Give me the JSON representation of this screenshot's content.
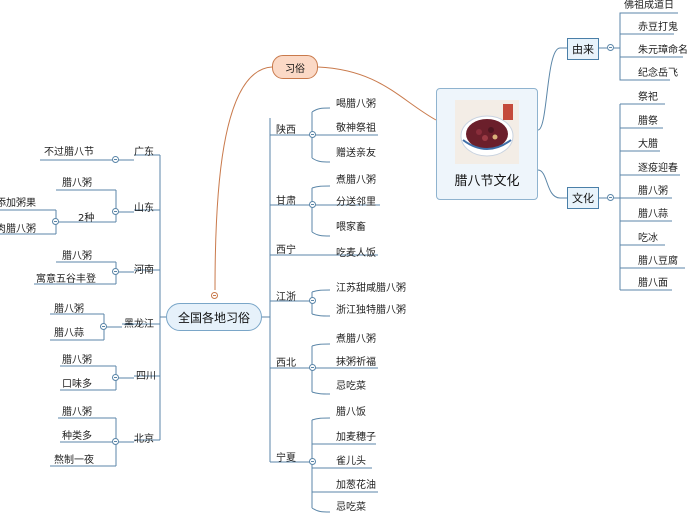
{
  "root": {
    "title": "腊八节文化"
  },
  "xisu": {
    "label": "习俗"
  },
  "national": {
    "label": "全国各地习俗"
  },
  "origin": {
    "label": "由来",
    "items": [
      "佛祖成道日",
      "赤豆打鬼",
      "朱元璋命名",
      "纪念岳飞"
    ]
  },
  "culture": {
    "label": "文化",
    "items": [
      "祭祀",
      "腊祭",
      "大腊",
      "逐疫迎春",
      "腊八粥",
      "腊八蒜",
      "吃冰",
      "腊八豆腐",
      "腊八面"
    ]
  },
  "right_regions": [
    {
      "name": "陕西",
      "items": [
        "喝腊八粥",
        "敬神祭祖",
        "赠送亲友"
      ]
    },
    {
      "name": "甘肃",
      "items": [
        "煮腊八粥",
        "分送邻里",
        "喂家畜"
      ]
    },
    {
      "name": "西宁",
      "items": [
        "吃麦人饭"
      ]
    },
    {
      "name": "江浙",
      "items": [
        "江苏甜咸腊八粥",
        "浙江独特腊八粥"
      ]
    },
    {
      "name": "西北",
      "items": [
        "煮腊八粥",
        "抹粥祈福",
        "忌吃菜"
      ]
    },
    {
      "name": "宁夏",
      "items": [
        "腊八饭",
        "加麦穗子",
        "雀儿头",
        "加葱花油",
        "忌吃菜"
      ]
    }
  ],
  "left_regions": [
    {
      "name": "广东",
      "items": [
        "不过腊八节"
      ]
    },
    {
      "name": "山东",
      "items": [
        "腊八粥",
        "2种"
      ],
      "sub": [
        "添加粥果",
        "肉腊八粥"
      ]
    },
    {
      "name": "河南",
      "items": [
        "腊八粥",
        "寓意五谷丰登"
      ]
    },
    {
      "name": "黑龙江",
      "items": [
        "腊八粥",
        "腊八蒜"
      ]
    },
    {
      "name": "四川",
      "items": [
        "腊八粥",
        "口味多"
      ]
    },
    {
      "name": "北京",
      "items": [
        "腊八粥",
        "种类多",
        "熬制一夜"
      ]
    }
  ]
}
